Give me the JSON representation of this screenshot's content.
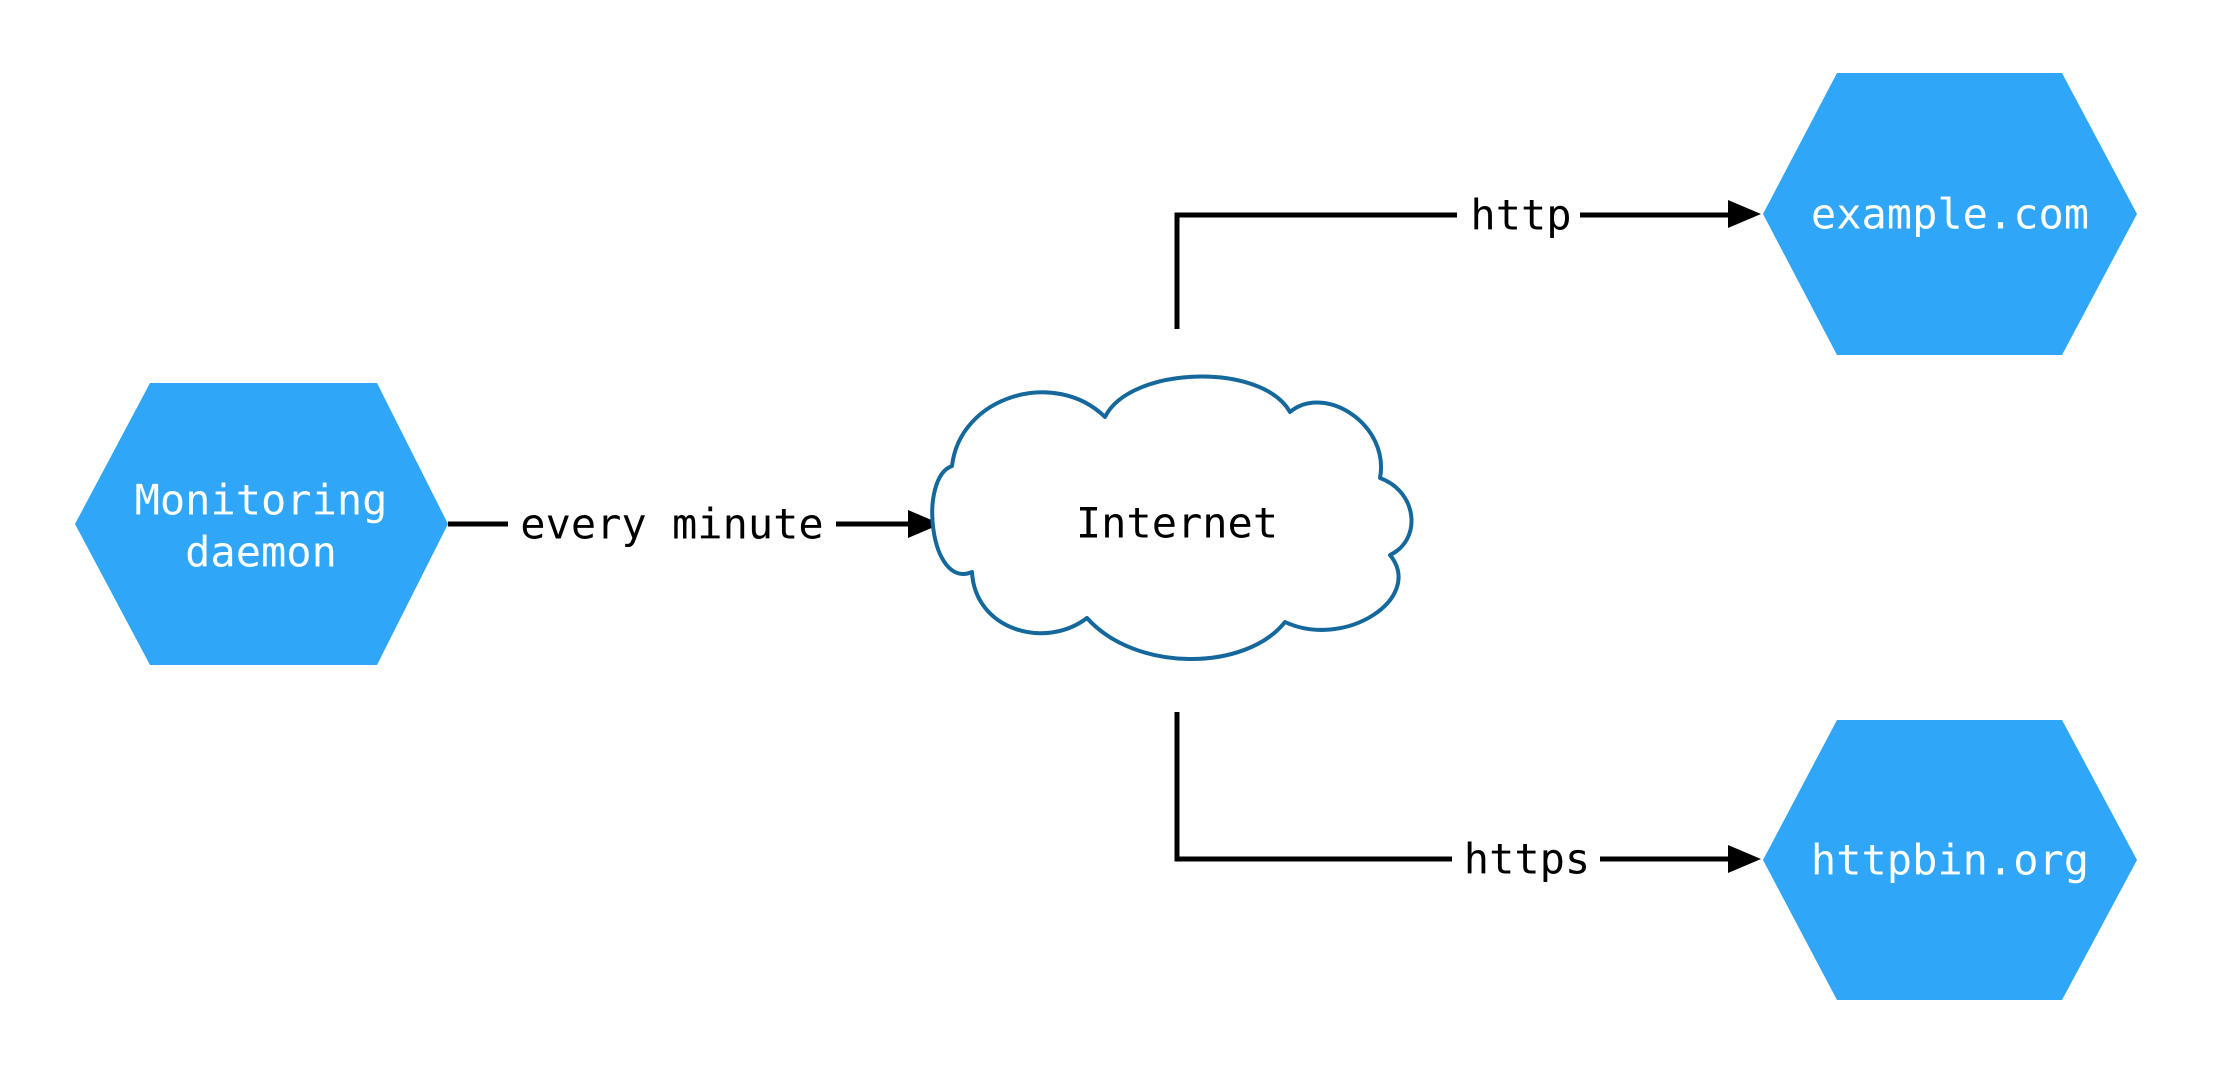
{
  "diagram": {
    "background": "#ffffff",
    "colors": {
      "node_fill": "#2FA6F8",
      "node_text": "#ffffff",
      "cloud_stroke": "#15689B",
      "cloud_fill": "#ffffff",
      "edge_stroke": "#000000",
      "edge_label_text": "#000000"
    },
    "nodes": {
      "monitoring_daemon": {
        "shape": "hexagon",
        "label": "Monitoring daemon",
        "lines": [
          "Monitoring",
          "daemon"
        ]
      },
      "internet": {
        "shape": "cloud",
        "label": "Internet"
      },
      "example_com": {
        "shape": "hexagon",
        "label": "example.com"
      },
      "httpbin_org": {
        "shape": "hexagon",
        "label": "httpbin.org"
      }
    },
    "edges": [
      {
        "from": "monitoring_daemon",
        "to": "internet",
        "label": "every minute"
      },
      {
        "from": "internet",
        "to": "example_com",
        "label": "http"
      },
      {
        "from": "internet",
        "to": "httpbin_org",
        "label": "https"
      }
    ]
  }
}
